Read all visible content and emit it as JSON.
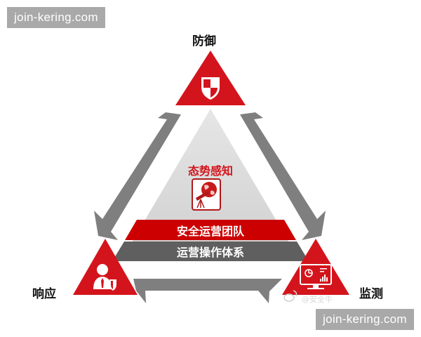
{
  "watermarks": {
    "top": "join-kering.com",
    "bottom": "join-kering.com"
  },
  "nodes": {
    "top": {
      "label": "防御",
      "icon": "shield-icon"
    },
    "left": {
      "label": "响应",
      "icon": "user-shield-icon"
    },
    "right": {
      "label": "监测",
      "icon": "monitor-chart-icon"
    }
  },
  "center": {
    "title": "态势感知",
    "icon": "globe-telescope-icon"
  },
  "bands": {
    "red": "安全运营团队",
    "dark": "运营操作体系"
  },
  "credit": "@安全牛",
  "colors": {
    "red": "#d4141c",
    "band_red": "#cc0000",
    "band_dark": "#5f5f5f",
    "arrow_gray": "#7f7f7f",
    "inner_gray": "#d9d9d9",
    "watermark_bg": "#a9a9a9"
  }
}
